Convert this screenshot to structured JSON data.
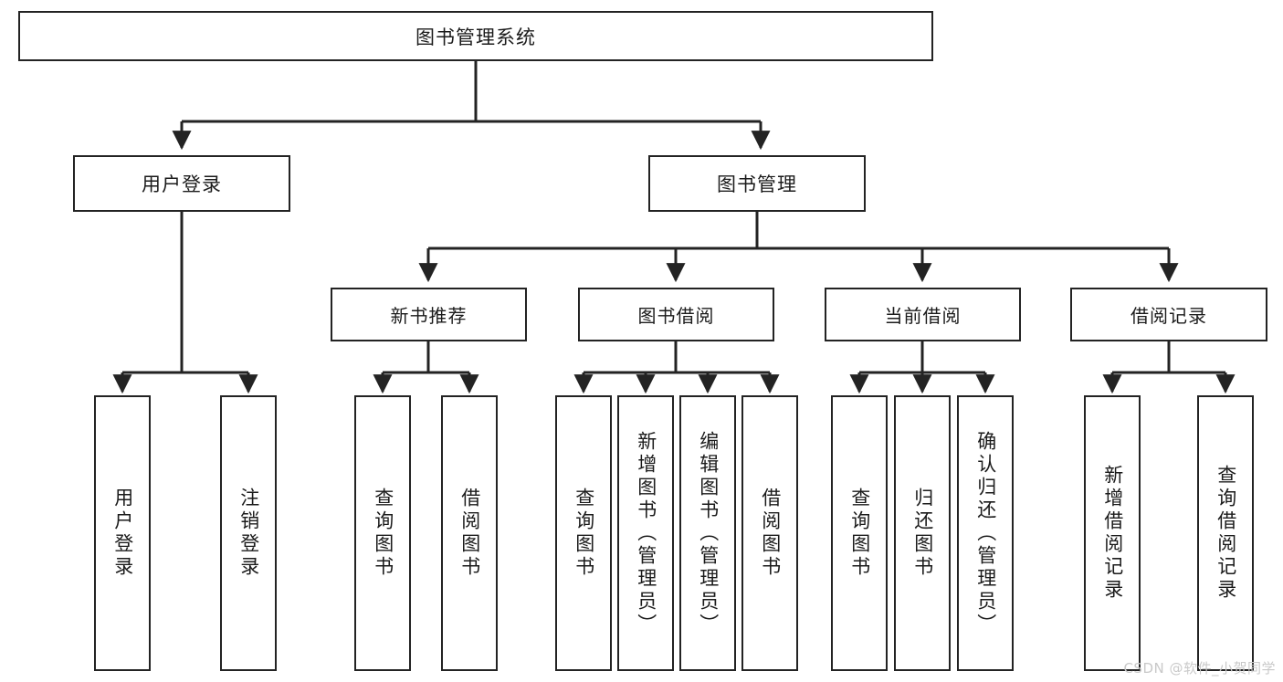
{
  "diagram": {
    "type": "tree-hierarchy",
    "title": "图书管理系统",
    "watermark": "CSDN @软件_小贺同学",
    "stroke_color": "#232323",
    "background_color": "#ffffff",
    "text_color": "#1b1b1b",
    "root": {
      "label": "图书管理系统",
      "children": [
        {
          "label": "用户登录",
          "children": [
            {
              "label": "用户登录"
            },
            {
              "label": "注销登录"
            }
          ]
        },
        {
          "label": "图书管理",
          "children": [
            {
              "label": "新书推荐",
              "children": [
                {
                  "label": "查询图书"
                },
                {
                  "label": "借阅图书"
                }
              ]
            },
            {
              "label": "图书借阅",
              "children": [
                {
                  "label": "查询图书"
                },
                {
                  "label": "新增图书（管理员）"
                },
                {
                  "label": "编辑图书（管理员）"
                },
                {
                  "label": "借阅图书"
                }
              ]
            },
            {
              "label": "当前借阅",
              "children": [
                {
                  "label": "查询图书"
                },
                {
                  "label": "归还图书"
                },
                {
                  "label": "确认归还（管理员）"
                }
              ]
            },
            {
              "label": "借阅记录",
              "children": [
                {
                  "label": "新增借阅记录"
                },
                {
                  "label": "查询借阅记录"
                }
              ]
            }
          ]
        }
      ]
    }
  }
}
